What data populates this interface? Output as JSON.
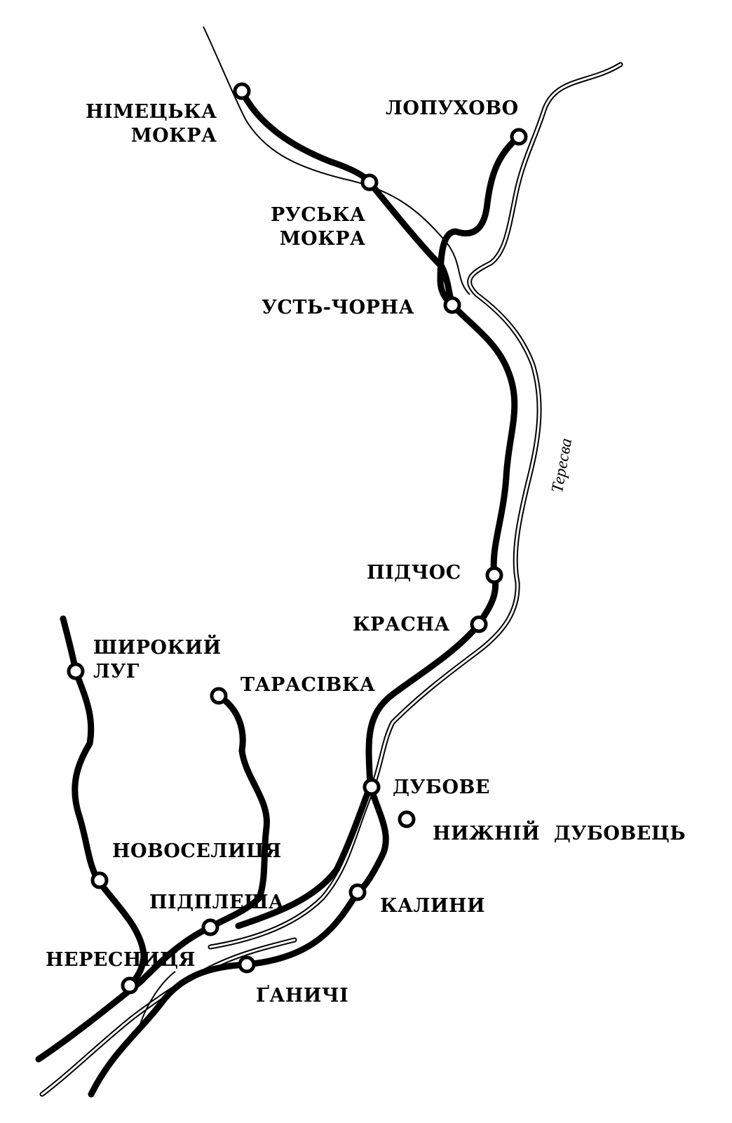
{
  "river": {
    "name": "Тересва"
  },
  "settlements": [
    {
      "id": "nimetska-mokra",
      "label": "НІМЕЦЬКА\nМОКРА"
    },
    {
      "id": "lopukhovo",
      "label": "ЛОПУХОВО"
    },
    {
      "id": "ruska-mokra",
      "label": "РУСЬКА\nМОКРА"
    },
    {
      "id": "ust-chorna",
      "label": "УСТЬ-ЧОРНА"
    },
    {
      "id": "pidchos",
      "label": "ПІДЧОС"
    },
    {
      "id": "krasna",
      "label": "КРАСНА"
    },
    {
      "id": "shyrokyi-luh",
      "label": "ШИРОКИЙ\nЛУГ"
    },
    {
      "id": "tarasivka",
      "label": "ТАРАСІВКА"
    },
    {
      "id": "dubove",
      "label": "ДУБОВЕ"
    },
    {
      "id": "nyzhnii-dubovets",
      "label": "НИЖНІЙ  ДУБОВЕЦЬ"
    },
    {
      "id": "novoselytsia",
      "label": "НОВОСЕЛИЦЯ"
    },
    {
      "id": "kalyny",
      "label": "КАЛИНИ"
    },
    {
      "id": "pidplesha",
      "label": "ПІДПЛЕША"
    },
    {
      "id": "neresnytsia",
      "label": "НЕРЕСНИЦЯ"
    },
    {
      "id": "ganychi",
      "label": "ҐАНИЧІ"
    }
  ],
  "colors": {
    "ink": "#000000",
    "paper": "#ffffff"
  }
}
